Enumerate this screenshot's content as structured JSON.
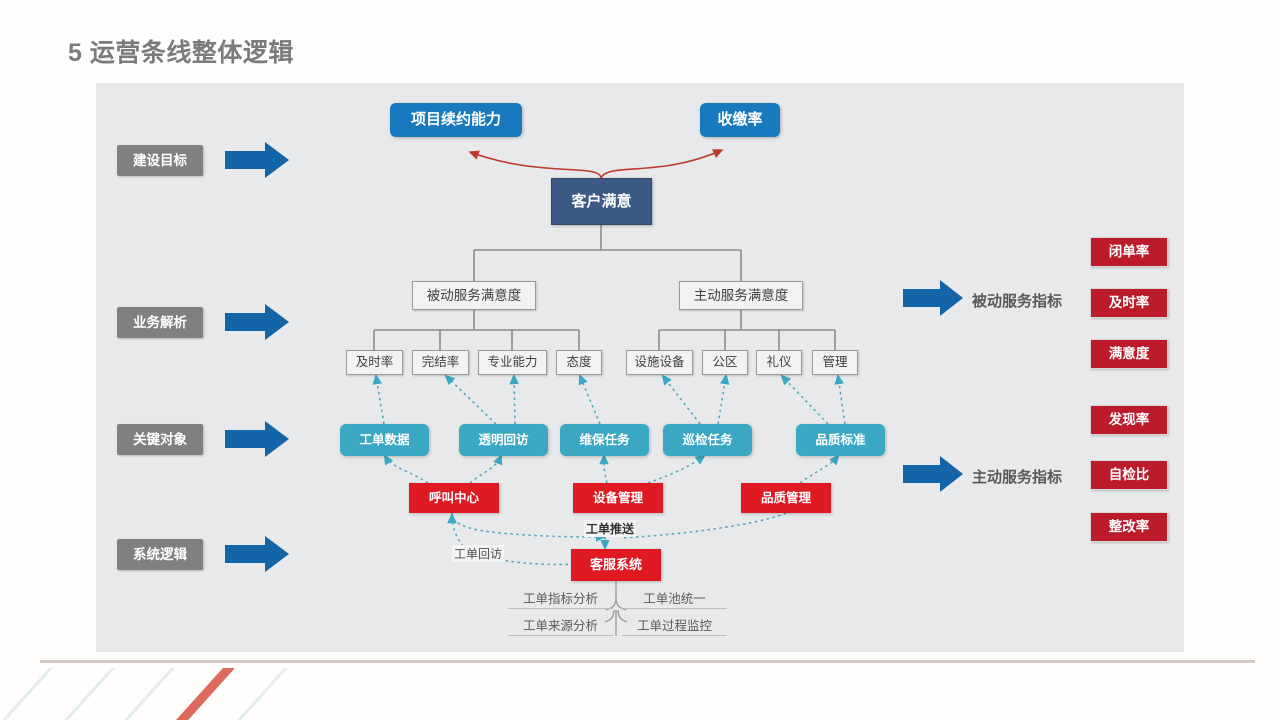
{
  "slide": {
    "title": "5 运营条线整体逻辑",
    "colors": {
      "background": "#FFFEFC",
      "panel": "#E8E9EA",
      "level_label": "#808080",
      "goal_blue": "#1879BF",
      "center_navy": "#3C5A86",
      "teal": "#3BA8C3",
      "red": "#DF1A23",
      "badge_red": "#BB1B2A",
      "arrow_blue": "#1365A8",
      "connector_gray": "#8C8C8C",
      "curve_red": "#C0392B",
      "dashed_teal": "#4FA3BD",
      "divider": "#D6C9C4"
    }
  },
  "levels": [
    {
      "label": "建设目标",
      "arrow": "arrow-right-icon"
    },
    {
      "label": "业务解析",
      "arrow": "arrow-right-icon"
    },
    {
      "label": "关键对象",
      "arrow": "arrow-right-icon"
    },
    {
      "label": "系统逻辑",
      "arrow": "arrow-right-icon"
    }
  ],
  "goals": [
    {
      "label": "项目续约能力"
    },
    {
      "label": "收缴率"
    }
  ],
  "center": {
    "label": "客户满意"
  },
  "branches": [
    {
      "label": "被动服务满意度",
      "children": [
        "及时率",
        "完结率",
        "专业能力",
        "态度"
      ]
    },
    {
      "label": "主动服务满意度",
      "children": [
        "设施设备",
        "公区",
        "礼仪",
        "管理"
      ]
    }
  ],
  "key_objects": [
    {
      "label": "工单数据"
    },
    {
      "label": "透明回访"
    },
    {
      "label": "维保任务"
    },
    {
      "label": "巡检任务"
    },
    {
      "label": "品质标准"
    }
  ],
  "systems": [
    {
      "label": "呼叫中心"
    },
    {
      "label": "设备管理"
    },
    {
      "label": "品质管理"
    }
  ],
  "core_system": {
    "label": "客服系统"
  },
  "core_system_items": [
    "工单指标分析",
    "工单池统一",
    "工单来源分析",
    "工单过程监控"
  ],
  "edge_labels": [
    {
      "label": "工单推送"
    },
    {
      "label": "工单回访"
    }
  ],
  "indicator_groups": [
    {
      "title": "被动服务指标",
      "arrow": "arrow-right-icon",
      "badges": [
        "闭单率",
        "及时率",
        "满意度"
      ]
    },
    {
      "title": "主动服务指标",
      "arrow": "arrow-right-icon",
      "badges": [
        "发现率",
        "自检比",
        "整改率"
      ]
    }
  ]
}
